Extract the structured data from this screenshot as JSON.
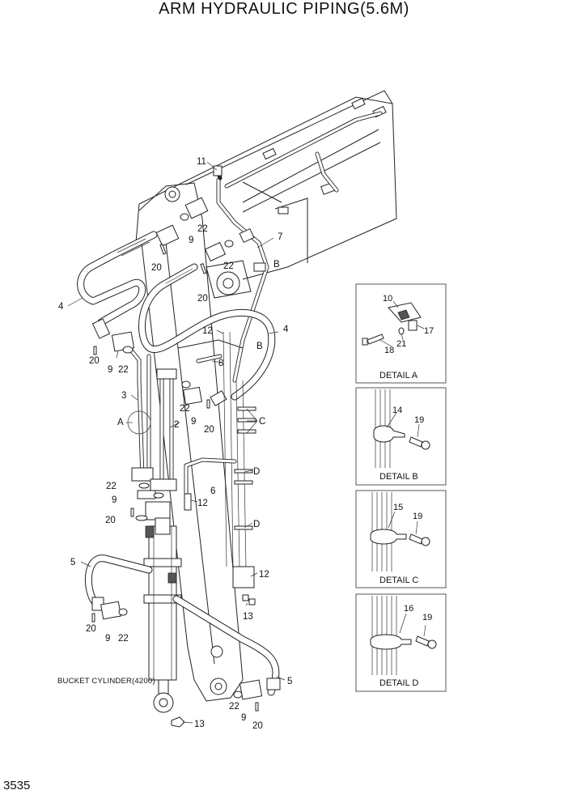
{
  "title": "ARM HYDRAULIC PIPING(5.6M)",
  "page_number": "3535",
  "caption": "BUCKET CYLINDER(4200)",
  "details": [
    {
      "label": "DETAIL A",
      "parts": [
        "10",
        "17",
        "21",
        "18"
      ]
    },
    {
      "label": "DETAIL B",
      "parts": [
        "14",
        "19"
      ]
    },
    {
      "label": "DETAIL C",
      "parts": [
        "15",
        "19"
      ]
    },
    {
      "label": "DETAIL D",
      "parts": [
        "16",
        "19"
      ]
    }
  ],
  "callouts": [
    "11",
    "22",
    "9",
    "7",
    "20",
    "22",
    "B",
    "4",
    "20",
    "12",
    "4",
    "B",
    "20",
    "9",
    "22",
    "8",
    "3",
    "22",
    "9",
    "20",
    "C",
    "A",
    "2",
    "D",
    "22",
    "6",
    "9",
    "12",
    "20",
    "D",
    "5",
    "12",
    "13",
    "20",
    "9",
    "22",
    "5",
    "22",
    "9",
    "20",
    "13"
  ]
}
